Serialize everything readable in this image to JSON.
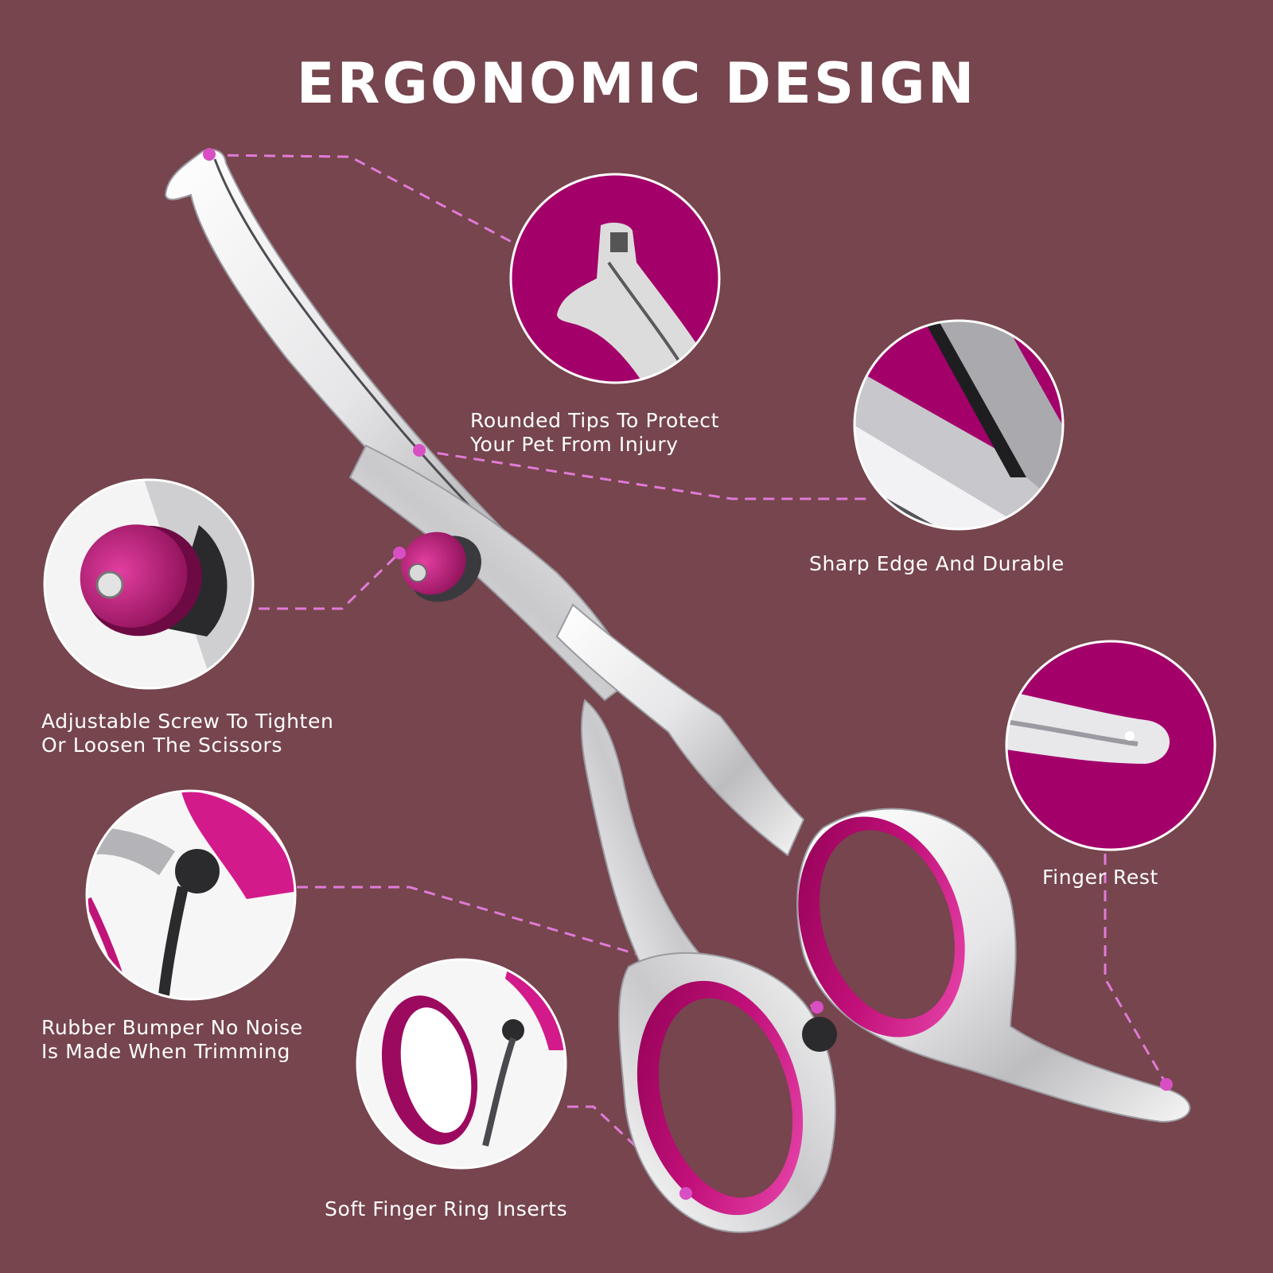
{
  "title": "ERGONOMIC DESIGN",
  "colors": {
    "background": "#76454d",
    "circle_fill": "#a3006a",
    "circle_border": "#ffffff",
    "callout_line": "#e07ad6",
    "callout_dot": "#d84fc4",
    "ring_insert": "#d0107e",
    "steel_light": "#f4f4f4",
    "steel_mid": "#b9b9bc",
    "steel_dark": "#6e6e72",
    "text": "#ffffff"
  },
  "features": [
    {
      "id": "rounded-tips",
      "icon": "rounded-tip-closeup",
      "lines": [
        "Rounded Tips To Protect",
        "Your Pet From Injury"
      ]
    },
    {
      "id": "sharp-edge",
      "icon": "blade-edge-closeup",
      "lines": [
        "Sharp Edge And Durable"
      ]
    },
    {
      "id": "adjustable-screw",
      "icon": "tension-screw-closeup",
      "lines": [
        "Adjustable Screw To Tighten",
        "Or Loosen The Scissors"
      ]
    },
    {
      "id": "finger-rest",
      "icon": "finger-rest-closeup",
      "lines": [
        "Finger Rest"
      ]
    },
    {
      "id": "rubber-bumper",
      "icon": "rubber-bumper-closeup",
      "lines": [
        "Rubber Bumper No Noise",
        "Is Made When Trimming"
      ]
    },
    {
      "id": "finger-ring-inserts",
      "icon": "finger-ring-insert-closeup",
      "lines": [
        "Soft Finger Ring Inserts"
      ]
    }
  ]
}
